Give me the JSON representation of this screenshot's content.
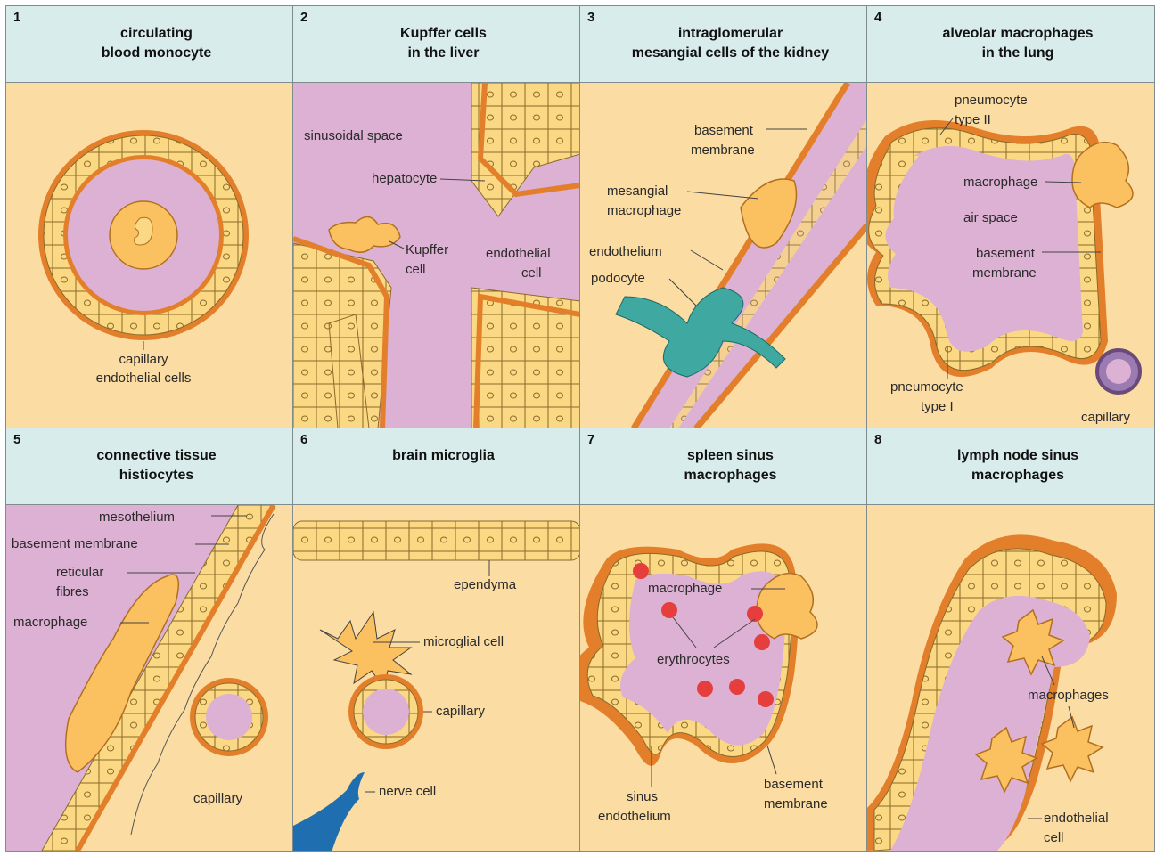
{
  "panels": [
    {
      "number": "1",
      "title": [
        "circulating",
        "blood monocyte"
      ],
      "labels": {
        "capillary_1": "capillary",
        "capillary_2": "endothelial cells"
      }
    },
    {
      "number": "2",
      "title": [
        "Kupffer cells",
        "in the liver"
      ],
      "labels": {
        "sinusoidal": "sinusoidal space",
        "hepatocyte": "hepatocyte",
        "kupffer_1": "Kupffer",
        "kupffer_2": "cell",
        "endothelial_1": "endothelial",
        "endothelial_2": "cell"
      }
    },
    {
      "number": "3",
      "title": [
        "intraglomerular",
        "mesangial cells of the kidney"
      ],
      "labels": {
        "basement_1": "basement",
        "basement_2": "membrane",
        "mesangial_1": "mesangial",
        "mesangial_2": "macrophage",
        "endothelium": "endothelium",
        "podocyte": "podocyte"
      }
    },
    {
      "number": "4",
      "title": [
        "alveolar macrophages",
        "in the lung"
      ],
      "labels": {
        "pneumo2_1": "pneumocyte",
        "pneumo2_2": "type II",
        "macrophage": "macrophage",
        "airspace": "air space",
        "basement_1": "basement",
        "basement_2": "membrane",
        "pneumo1_1": "pneumocyte",
        "pneumo1_2": "type I",
        "capillary": "capillary"
      }
    },
    {
      "number": "5",
      "title": [
        "connective tissue",
        "histiocytes"
      ],
      "labels": {
        "mesothelium": "mesothelium",
        "basement": "basement membrane",
        "reticular_1": "reticular",
        "reticular_2": "fibres",
        "macrophage": "macrophage",
        "capillary": "capillary"
      }
    },
    {
      "number": "6",
      "title": [
        "brain microglia"
      ],
      "labels": {
        "ependyma": "ependyma",
        "microglial": "microglial cell",
        "capillary": "capillary",
        "nerve": "nerve cell"
      }
    },
    {
      "number": "7",
      "title": [
        "spleen sinus",
        "macrophages"
      ],
      "labels": {
        "macrophage": "macrophage",
        "erythrocytes": "erythrocytes",
        "sinus_1": "sinus",
        "sinus_2": "endothelium",
        "basement_1": "basement",
        "basement_2": "membrane"
      }
    },
    {
      "number": "8",
      "title": [
        "lymph node sinus",
        "macrophages"
      ],
      "labels": {
        "macrophages": "macrophages",
        "endothelial_1": "endothelial",
        "endothelial_2": "cell"
      }
    }
  ],
  "colors": {
    "background": "#fbdca3",
    "header": "#d9ecec",
    "lumen": "#dcb1d3",
    "membrane": "#e37f2a",
    "cell": "#fbd883",
    "podocyte": "#3fa8a0",
    "nerve": "#1f6fb0",
    "erythrocyte": "#e63e3c"
  }
}
